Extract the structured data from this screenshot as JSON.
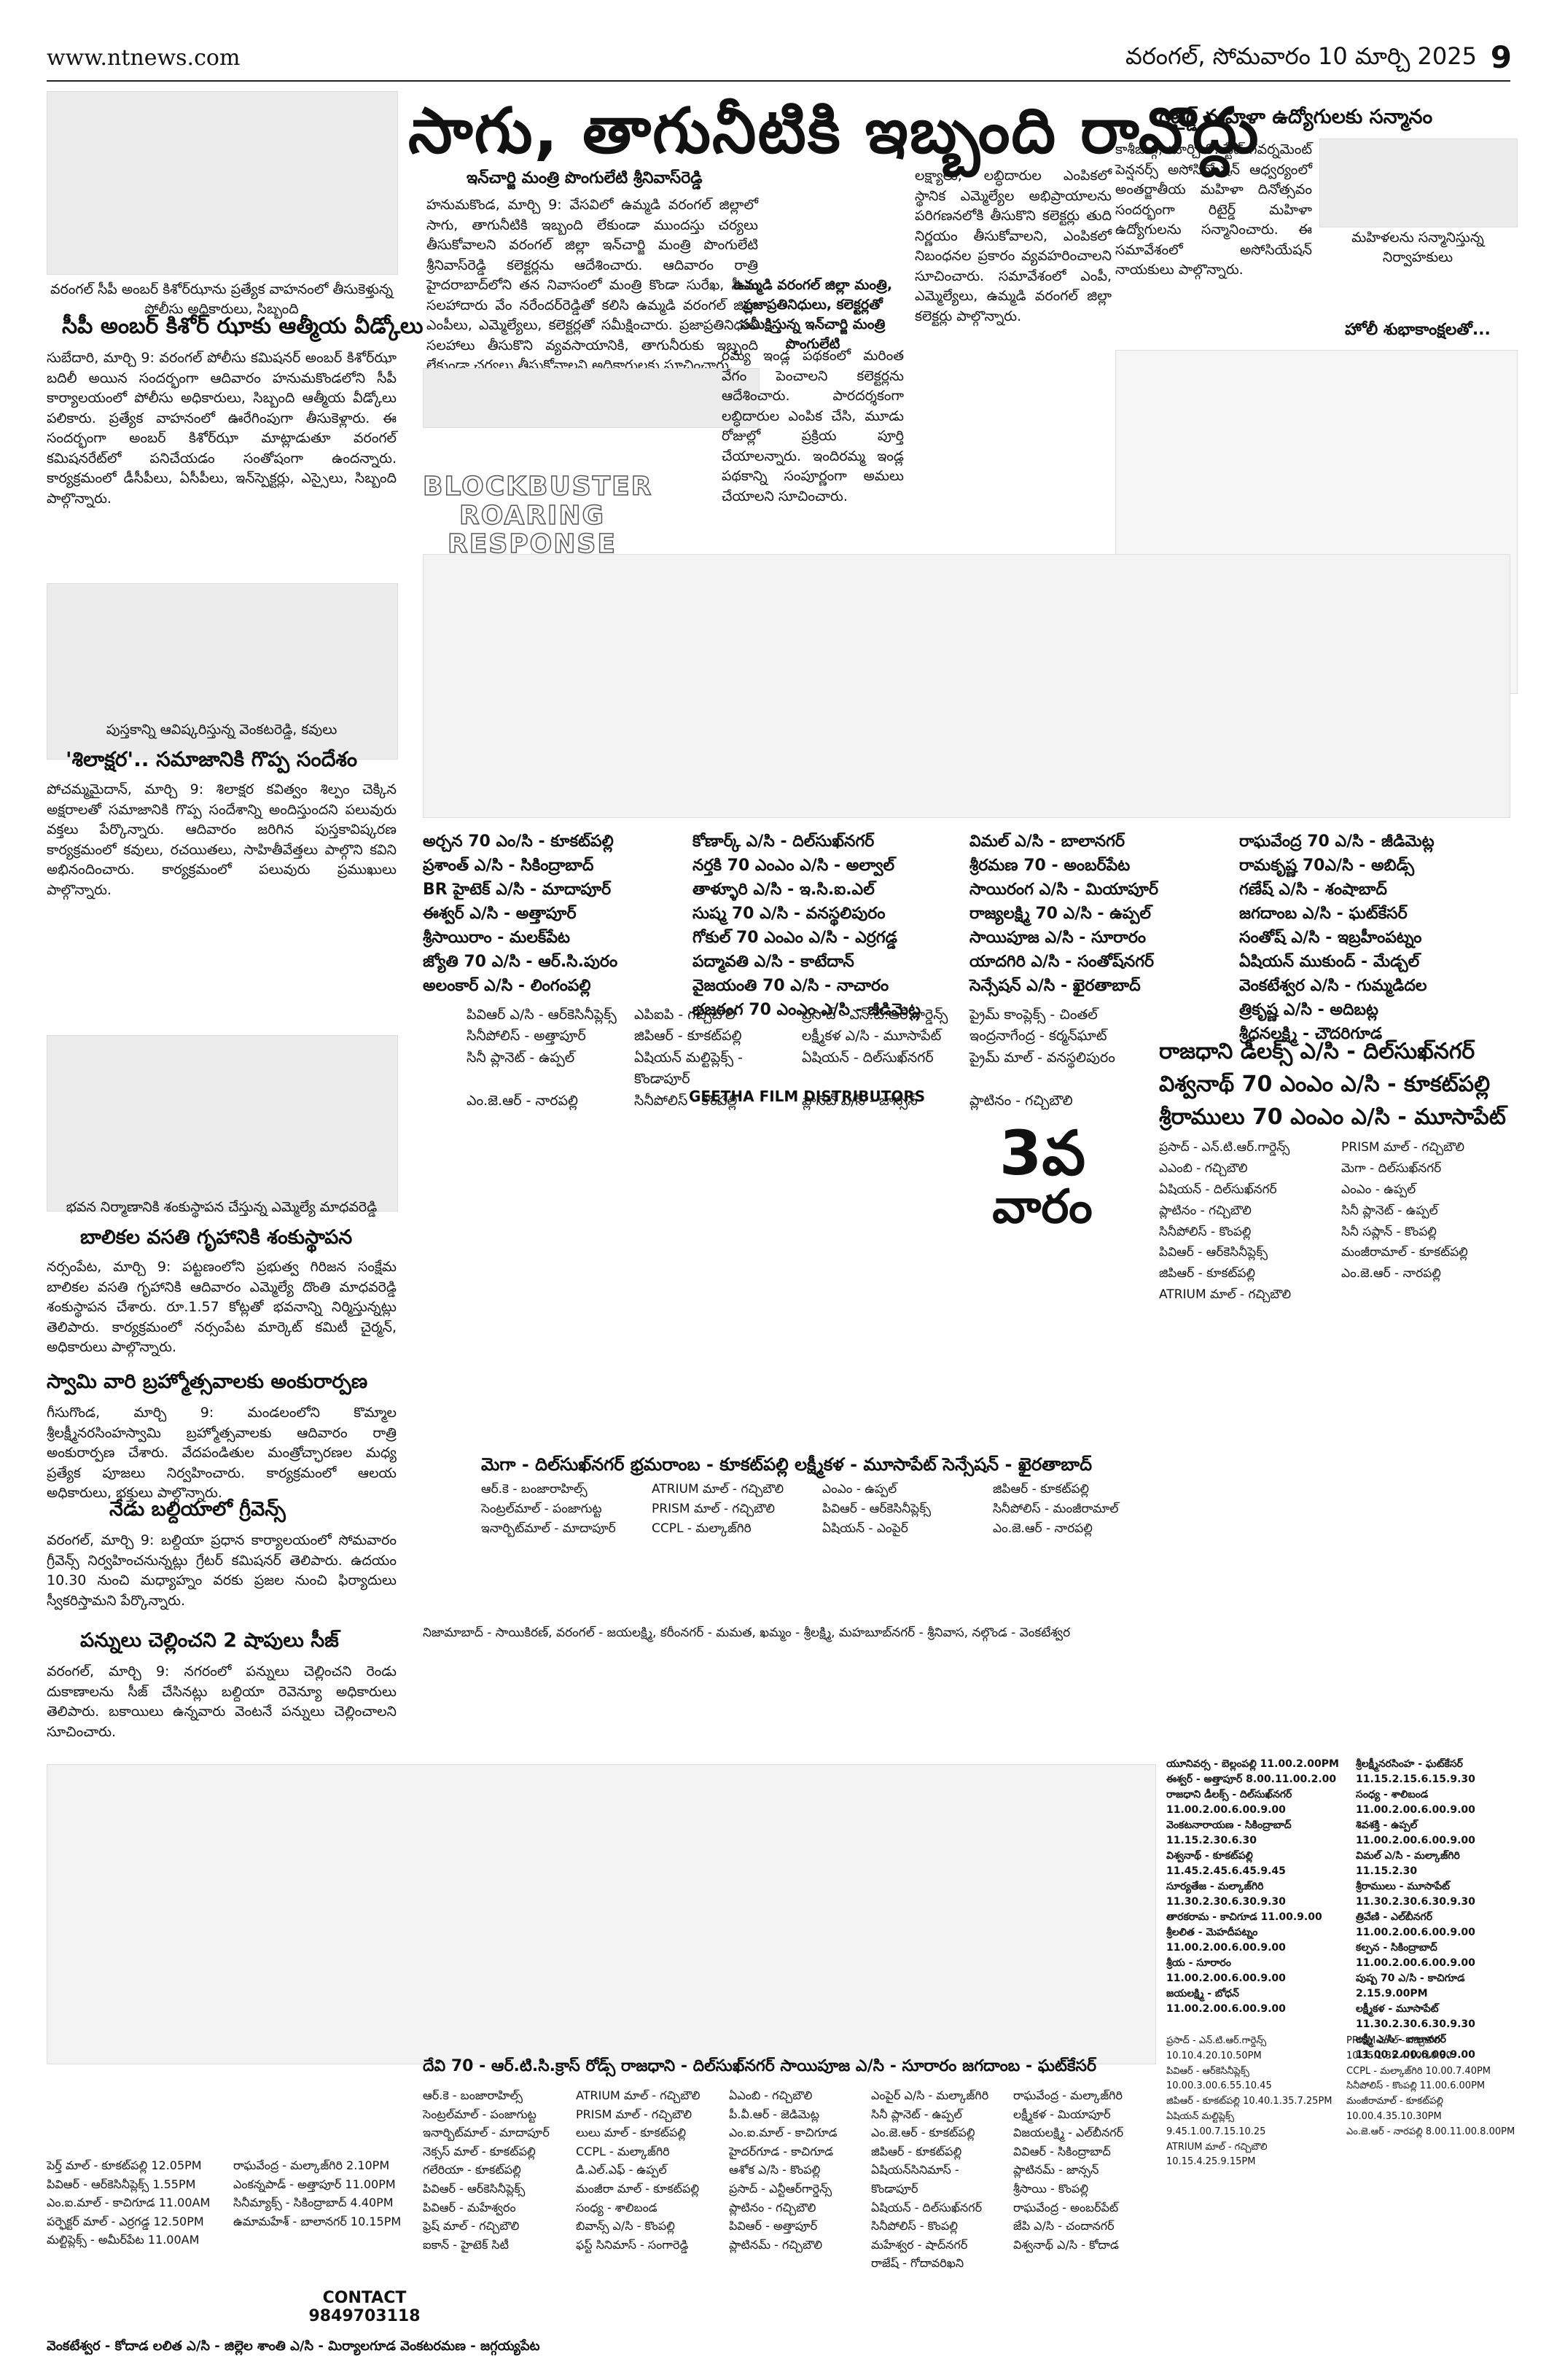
{
  "header": {
    "website": "www.ntnews.com",
    "dateline": "వరంగల్, సోమవారం 10 మార్చి 2025",
    "page_number": "9"
  },
  "lead": {
    "headline": "సాగు, తాగునీటికి ఇబ్బంది రావొద్దు",
    "byline": "ఇన్‌చార్జి మంత్రి పొంగులేటి శ్రీనివాస్‌రెడ్డి",
    "para1": "హనుమకొండ, మార్చి 9: వేసవిలో ఉమ్మడి వరంగల్ జిల్లాలో సాగు, తాగునీటికి ఇబ్బంది లేకుండా ముందస్తు చర్యలు తీసుకోవాలని వరంగల్ జిల్లా ఇన్‌చార్జి మంత్రి పొంగులేటి శ్రీనివాస్‌రెడ్డి కలెక్టర్లను ఆదేశించారు. ఆదివారం రాత్రి హైదరాబాద్‌లోని తన నివాసంలో మంత్రి కొండా సురేఖ, సీఎం సలహాదారు వేం నరేందర్‌రెడ్డితో కలిసి ఉమ్మడి వరంగల్ జిల్లా ఎంపీలు, ఎమ్మెల్యేలు, కలెక్టర్లతో సమీక్షించారు. ప్రజాప్రతినిధుల సలహాలు తీసుకొని వ్యవసాయానికి, తాగునీరుకు ఇబ్బంది లేకుండా చర్యలు తీసుకోవాలని అధికారులకు సూచించారు.",
    "para2": "లక్ష్యాలు, లబ్ధిదారుల ఎంపికలో స్థానిక ఎమ్మెల్యేల అభిప్రాయాలను పరిగణనలోకి తీసుకొని కలెక్టర్లు తుది నిర్ణయం తీసుకోవాలని, ఎంపికలో నిబంధనల ప్రకారం వ్యవహరించాలని సూచించారు. సమావేశంలో ఎంపీ, ఎమ్మెల్యేలు, ఉమ్మడి వరంగల్ జిల్లా కలెక్టర్లు పాల్గొన్నారు.",
    "photo_caption": "ఉమ్మడి వరంగల్ జిల్లా మంత్రి, ప్రజాప్రతినిధులు, కలెక్టర్లతో సమీక్షిస్తున్న ఇన్‌చార్జి మంత్రి పొంగులేటి",
    "para3": "రమ్య ఇండ్ల పథకంలో మరింత వేగం పెంచాలని కలెక్టర్లను ఆదేశించారు. పారదర్శకంగా లబ్ధిదారుల ఎంపిక చేసి, మూడు రోజుల్లో ప్రక్రియ పూర్తి చేయాలన్నారు. ఇందిరమ్మ ఇండ్ల పథకాన్ని సంపూర్ణంగా అమలు చేయాలని సూచించారు."
  },
  "retired_story": {
    "headline": "రిటైర్డ్ మహిళా ఉద్యోగులకు సన్మానం",
    "text": "కాశీబుగ్గ, మార్చి 9: స్టేట్ గవర్నమెంట్ పెన్షనర్స్ అసోసియేషన్ ఆధ్వర్యంలో అంతర్జాతీయ మహిళా దినోత్సవం సందర్భంగా రిటైర్డ్ మహిళా ఉద్యోగులను సన్మానించారు. ఈ సమావేశంలో అసోసియేషన్ నాయకులు పాల్గొన్నారు.",
    "caption": "మహిళలను సన్మానిస్తున్న నిర్వాహకులు",
    "holi": "హోలీ శుభాకాంక్షలతో..."
  },
  "cp_story": {
    "photo_caption": "వరంగల్ సీపీ అంబర్ కిశోర్‌ఝాను ప్రత్యేక వాహనంలో తీసుకెళ్తున్న పోలీసు అధికారులు, సిబ్బంది",
    "headline": "సీపీ అంబర్ కిశోర్ ఝాకు ఆత్మీయ వీడ్కోలు",
    "text": "సుబేదారి, మార్చి 9: వరంగల్ పోలీసు కమిషనర్ అంబర్ కిశోర్‌ఝా బదిలీ అయిన సందర్భంగా ఆదివారం హనుమకొండలోని సీపీ కార్యాలయంలో పోలీసు అధికారులు, సిబ్బంది ఆత్మీయ వీడ్కోలు పలికారు. ప్రత్యేక వాహనంలో ఊరేగింపుగా తీసుకెళ్లారు. ఈ సందర్భంగా అంబర్ కిశోర్‌ఝా మాట్లాడుతూ వరంగల్ కమిషనరేట్‌లో పనిచేయడం సంతోషంగా ఉందన్నారు. కార్యక్రమంలో డీసీపీలు, ఏసీపీలు, ఇన్‌స్పెక్టర్లు, ఎస్సైలు, సిబ్బంది పాల్గొన్నారు."
  },
  "book_story": {
    "photo_caption": "పుస్తకాన్ని ఆవిష్కరిస్తున్న వెంకటరెడ్డి, కవులు",
    "headline": "'శిలాక్షర'.. సమాజానికి గొప్ప సందేశం",
    "text": "పోచమ్మమైదాన్, మార్చి 9: శిలాక్షర కవిత్వం శిల్పం చెక్కిన అక్షరాలతో సమాజానికి గొప్ప సందేశాన్ని అందిస్తుందని పలువురు వక్తలు పేర్కొన్నారు. ఆదివారం జరిగిన పుస్తకావిష్కరణ కార్యక్రమంలో కవులు, రచయితలు, సాహితీవేత్తలు పాల్గొని కవిని అభినందించారు. కార్యక్రమంలో పలువురు ప్రముఖులు పాల్గొన్నారు."
  },
  "hostel_story": {
    "photo_caption": "భవన నిర్మాణానికి శంకుస్థాపన చేస్తున్న ఎమ్మెల్యే మాధవరెడ్డి",
    "headline": "బాలికల వసతి గృహానికి శంకుస్థాపన",
    "text": "నర్సంపేట, మార్చి 9: పట్టణంలోని ప్రభుత్వ గిరిజన సంక్షేమ బాలికల వసతి గృహానికి ఆదివారం ఎమ్మెల్యే దొంతి మాధవరెడ్డి శంకుస్థాపన చేశారు. రూ.1.57 కోట్లతో భవనాన్ని నిర్మిస్తున్నట్లు తెలిపారు. కార్యక్రమంలో నర్సంపేట మార్కెట్ కమిటీ చైర్మన్, అధికారులు పాల్గొన్నారు."
  },
  "temple_story": {
    "headline": "స్వామి వారి బ్రహ్మోత్సవాలకు అంకురార్పణ",
    "text": "గీసుగొండ, మార్చి 9: మండలంలోని కొమ్మాల శ్రీలక్ష్మీనరసింహస్వామి బ్రహ్మోత్సవాలకు ఆదివారం రాత్రి అంకురార్పణ చేశారు. వేదపండితుల మంత్రోచ్ఛారణల మధ్య ప్రత్యేక పూజలు నిర్వహించారు. కార్యక్రమంలో ఆలయ అధికారులు, భక్తులు పాల్గొన్నారు."
  },
  "grievance_story": {
    "headline": "నేడు బల్దియాలో గ్రీవెన్స్",
    "text": "వరంగల్, మార్చి 9: బల్దియా ప్రధాన కార్యాలయంలో సోమవారం గ్రీవెన్స్ నిర్వహించనున్నట్లు గ్రేటర్ కమిషనర్ తెలిపారు. ఉదయం 10.30 నుంచి మధ్యాహ్నం వరకు ప్రజల నుంచి ఫిర్యాదులు స్వీకరిస్తామని పేర్కొన్నారు."
  },
  "shops_story": {
    "headline": "పన్నులు చెల్లించని 2 షాపులు సీజ్",
    "text": "వరంగల్, మార్చి 9: నగరంలో పన్నులు చెల్లించని రెండు దుకాణాలను సీజ్ చేసినట్లు బల్దియా రెవెన్యూ అధికారులు తెలిపారు. బకాయిలు ఉన్నవారు వెంటనే పన్నులు చెల్లించాలని సూచించారు."
  },
  "film_ad_top": {
    "blockbuster": "BLOCKBUSTER",
    "roaring": "ROARING",
    "response": "RESPONSE",
    "col1": [
      "అర్చన 70 ఎం/సి - కూకట్‌పల్లి",
      "ప్రశాంత్ ఎ/సి - సికింద్రాబాద్",
      "BR హైటెక్ ఎ/సి - మాదాపూర్",
      "ఈశ్వర్ ఎ/సి - అత్తాపూర్",
      "శ్రీసాయిరాం - మలక్‌పేట",
      "జ్యోతి 70 ఎ/సి - ఆర్.సి.పురం",
      "అలంకార్ ఎ/సి - లింగంపల్లి"
    ],
    "col2": [
      "కోణార్క్ ఎ/సి - దిల్‌సుఖ్‌నగర్",
      "నర్తకి 70 ఎంఎం ఎ/సి - అల్వాల్",
      "తాళ్ళూరి ఎ/సి - ఇ.సి.ఐ.ఎల్",
      "సుష్మ 70 ఎ/సి - వనస్థలిపురం",
      "గోకుల్ 70 ఎంఎం ఎ/సి - ఎర్రగడ్డ",
      "పద్మావతి ఎ/సి - కాటేదాన్",
      "వైజయంతి 70 ఎ/సి - నాచారం",
      "భజరంగ 70 ఎంఎం ఎ/సి - జీడిమెట్ల"
    ],
    "col3": [
      "విమల్ ఎ/సి - బాలానగర్",
      "శ్రీరమణ 70 - అంబర్‌పేట",
      "సాయిరంగ ఎ/సి - మియాపూర్",
      "రాజ్యలక్ష్మి 70 ఎ/సి - ఉప్పల్",
      "సాయిపూజ ఎ/సి - సూరారం",
      "యాదగిరి ఎ/సి - సంతోష్‌నగర్",
      "సెన్సేషన్ ఎ/సి - ఖైరతాబాద్"
    ],
    "col4": [
      "రాఘవేంద్ర 70 ఎ/సి - జీడిమెట్ల",
      "రామకృష్ణ 70ఎ/సి - అబిడ్స్",
      "గణేష్ ఎ/సి - శంషాబాద్",
      "జగదాంబ ఎ/సి - ఘట్‌కేసర్",
      "సంతోష్ ఎ/సి - ఇబ్రహీంపట్నం",
      "ఏషియన్ ముకుంద్ - మేడ్చల్",
      "వెంకటేశ్వర ఎ/సి - గుమ్మడిదల",
      "త్రికృష్ణ ఎ/సి - అదిబట్ల",
      "శ్రీధనలక్ష్మి - చౌదరిగూడ"
    ],
    "mall_rows": [
      [
        "పివిఆర్ ఎ/సి - ఆర్‌కెసినీప్లెక్స్",
        "ఎపిఐపి - గచ్చిబౌలి",
        "ప్రసాద్ - ఎన్.టి.ఆర్.గార్డెన్స్",
        "ప్రైమ్ కాంప్లెక్స్ - చింతల్"
      ],
      [
        "సినీపోలిస్ - అత్తాపూర్",
        "జిపిఆర్ - కూకట్‌పల్లి",
        "లక్ష్మీకళ ఎ/సి - మూసాపేట్",
        "ఇంద్రనాగేంద్ర - కర్మన్‌ఘాట్"
      ],
      [
        "సినీ ప్లానెట్ - ఉప్పల్",
        "ఏషియన్ మల్టిప్లెక్స్ - కొండాపూర్",
        "ఏషియన్ - దిల్‌సుఖ్‌నగర్",
        "ప్రైమ్ మాల్ - వనస్థలిపురం"
      ],
      [
        "ఎం.జె.ఆర్ - నారపల్లి",
        "సినీపోలిస్ - కొంపల్లి",
        "ప్లానెట్ ఎ/సి - జాన్సన్",
        "ప్లాటినం - గచ్చిబౌలి"
      ]
    ],
    "distributor": "GEETHA FILM DISTRIBUTORS",
    "week": "3వ",
    "week_word": "వారం"
  },
  "film_ad_right": {
    "line1": "రాజధాని డీలక్స్ ఎ/సి - దిల్‌సుఖ్‌నగర్",
    "line2": "విశ్వనాథ్ 70 ఎంఎం ఎ/సి - కూకట్‌పల్లి",
    "line3": "శ్రీరాములు 70 ఎంఎం ఎ/సి - మూసాపేట్",
    "list": [
      "ప్రసాద్ - ఎన్.టి.ఆర్.గార్డెన్స్",
      "ఎఎంబి - గచ్చిబౌలి",
      "ఏషియన్ - దిల్‌సుఖ్‌నగర్",
      "ప్లాటినం - గచ్చిబౌలి",
      "సినీపోలిస్ - కొంపల్లి",
      "పివిఆర్ - ఆర్‌కెసినీప్లెక్స్",
      "జిపిఆర్ - కూకట్‌పల్లి",
      "ATRIUM మాల్ - గచ్చిబౌలి",
      "PRISM మాల్ - గచ్చిబౌలి",
      "మెగా - దిల్‌సుఖ్‌నగర్",
      "ఎంఎం - ఉప్పల్",
      "సినీ ప్లానెట్ - ఉప్పల్",
      "సినీ సప్లాన్ - కొంపల్లి",
      "మంజీరామాల్ - కూకట్‌పల్లి",
      "ఎం.జె.ఆర్ - నారపల్లి"
    ]
  },
  "film_ad_mid": {
    "theatres": "మెగా - దిల్‌సుఖ్‌నగర్  భ్రమరాంబ - కూకట్‌పల్లి  లక్ష్మీకళ - మూసాపేట్  సెన్సేషన్ - ఖైరతాబాద్",
    "list": [
      "ఆర్.కె - బంజారాహిల్స్",
      "సెంట్రల్‌మాల్ - పంజాగుట్ట",
      "ఇనార్బిట్‌మాల్ - మాదాపూర్",
      "ATRIUM మాల్ - గచ్చిబౌలి",
      "PRISM మాల్ - గచ్చిబౌలి",
      "CCPL - మల్కాజ్‌గిరి",
      "ఎంఎం - ఉప్పల్",
      "పివిఆర్ - ఆర్‌కెసినీప్లెక్స్",
      "ఏషియన్ - ఎంపైర్",
      "జిపిఆర్ - కూకట్‌పల్లి",
      "సినీపోలిస్ - మంజీరామాల్",
      "ఎం.జె.ఆర్ - నారపల్లి"
    ],
    "districts": "నిజామాబాద్ - సాయికిరణ్, వరంగల్ - జయలక్ష్మి, కరీంనగర్ - మమత, ఖమ్మం - శ్రీలక్ష్మి, మహబూబ్‌నగర్ - శ్రీనివాస, నల్గొండ - వెంకటేశ్వర"
  },
  "film_ad_bottom": {
    "theatres": "దేవి 70 - ఆర్.టి.సి.క్రాస్ రోడ్స్  రాజధాని - దిల్‌సుఖ్‌నగర్  సాయిపూజ ఎ/సి - సూరారం  జగదాంబ - ఘట్‌కేసర్",
    "left_list": [
      "పెర్త్ మాల్ - కూకట్‌పల్లి 12.05PM",
      "పివిఆర్ - ఆర్‌కెసినీప్లెక్స్ 1.55PM",
      "ఎం.ఐ.మాల్ - కాచిగూడ 11.00AM",
      "పర్ఫెక్టర్ మాల్ - ఎర్రగడ్డ 12.50PM",
      "మల్టిప్లెక్స్ - అమీర్‌పేట 11.00AM"
    ],
    "left_list2": [
      "రాఘవేంద్ర - మల్కాజ్‌గిరి 2.10PM",
      "ఎంకన్నపాడ్ - అత్తాపూర్ 11.00PM",
      "సినీమ్యాక్స్ - సికింద్రాబాద్ 4.40PM",
      "ఉమామహేశ్ - బాలానగర్ 10.15PM"
    ],
    "list_a": [
      "ఆర్.కె - బంజారాహిల్స్",
      "సెంట్రల్‌మాల్ - పంజాగుట్ట",
      "ఇనార్బిట్‌మాల్ - మాదాపూర్",
      "నెక్సస్ మాల్ - కూకట్‌పల్లి",
      "గలేరియా - కూకట్‌పల్లి",
      "పివిఆర్ - ఆర్‌కెసినీప్లెక్స్",
      "పివిఆర్ - మహేశ్వరం",
      "ఫ్రెష్ మాల్ - గచ్చిబౌలి",
      "ఐకాన్ - హైటెక్ సిటీ"
    ],
    "list_b": [
      "ATRIUM మాల్ - గచ్చిబౌలి",
      "PRISM మాల్ - గచ్చిబౌలి",
      "లులు మాల్ - కూకట్‌పల్లి",
      "CCPL - మల్కాజ్‌గిరి",
      "డి.ఎల్.ఎఫ్ - ఉప్పల్",
      "మంజీరా మాల్ - కూకట్‌పల్లి",
      "సంధ్య - శాలిబండ",
      "బివాన్స్ ఎ/సి - కొంపల్లి",
      "ఫస్ట్ సినిమాస్ - సంగారెడ్డి"
    ],
    "list_c": [
      "ఏఎంబి - గచ్చిబౌలి",
      "పీ.వీ.ఆర్ - జెడిమెట్ల",
      "ఎం.ఐ.మాల్ - కాచిగూడ",
      "హైదర్‌గూడ - కాచిగూడ",
      "ఆశోక ఎ/సి - కొంపల్లి",
      "ప్రసాద్ - ఎన్టీఆర్‌గార్డెన్స్",
      "ప్లాటినం - గచ్చిబౌలి",
      "పివిఆర్ - అత్తాపూర్",
      "ప్లాటినమ్ - గచ్చిబౌలి"
    ],
    "list_d": [
      "ఎంపైర్ ఎ/సి - మల్కాజ్‌గిరి",
      "సినీ ప్లానెట్ - ఉప్పల్",
      "ఎం.జె.ఆర్ - కూకట్‌పల్లి",
      "జిపిఆర్ - కూకట్‌పల్లి",
      "ఏషియన్‌సినిమాస్ - కొండాపూర్",
      "ఏషియన్ - దిల్‌సుఖ్‌నగర్",
      "సినీపోలిస్ - కొంపల్లి",
      "మహేశ్వర - షాద్‌నగర్",
      "రాజేష్ - గోదావరిఖని"
    ],
    "list_e": [
      "రాఘవేంద్ర - మల్కాజ్‌గిరి",
      "లక్ష్మీకళ - మియాపూర్",
      "విజయలక్ష్మి - ఎల్‌బీనగర్",
      "వివిఆర్ - సికింద్రాబాద్",
      "ప్లాటినమ్ - జాన్సన్",
      "శ్రీసాయి - కొంపల్లి",
      "రాఘవేంద్ర - అంబర్‌పేట్",
      "జేపి ఎ/సి - చందానగర్",
      "విశ్వనాథ్ ఎ/సి - కోదాడ"
    ],
    "contact_label": "CONTACT",
    "contact_number": "9849703118",
    "bottom_line": "వెంకటేశ్వర - కోదాడ  లలిత ఎ/సి - జిల్లెల  శాంతి ఎ/సి - మిర్యాలగూడ  వెంకటరమణ - జగ్గయ్యపేట"
  },
  "schedule": {
    "heads": [
      "యూనివర్స - బెల్లంపల్లి 11.00.2.00PM",
      "ఈశ్వర్ - అత్తాపూర్ 8.00.11.00.2.00",
      "రాజధాని డీలక్స్ - దిల్‌సుఖ్‌నగర్ 11.00.2.00.6.00.9.00",
      "వెంకటనారాయణ - సికింద్రాబాద్ 11.15.2.30.6.30",
      "విశ్వనాథ్ - కూకట్‌పల్లి 11.45.2.45.6.45.9.45",
      "సూర్యతేజ - మల్కాజ్‌గిరి 11.30.2.30.6.30.9.30",
      "తారకరామ - కాచిగూడ 11.00.9.00",
      "శ్రీలలిత - మెహదీపట్నం 11.00.2.00.6.00.9.00",
      "శ్రీయ - సూరారం 11.00.2.00.6.00.9.00",
      "జయలక్ష్మి - బోధన్ 11.00.2.00.6.00.9.00"
    ],
    "heads_right": [
      "శ్రీలక్ష్మీనరసింహ - ఘట్‌కేసర్ 11.15.2.15.6.15.9.30",
      "సంధ్య - శాలిబండ 11.00.2.00.6.00.9.00",
      "శివశక్తి - ఉప్పల్ 11.00.2.00.6.00.9.00",
      "విమల్ ఎ/సి - మల్కాజ్‌గిరి 11.15.2.30",
      "శ్రీరాములు - మూసాపేట్ 11.30.2.30.6.30.9.30",
      "త్రివేణి - ఎల్‌బీనగర్ 11.00.2.00.6.00.9.00",
      "కల్పన - సికింద్రాబాద్ 11.00.2.00.6.00.9.00",
      "పుష్ప 70 ఎ/సి - కాచిగూడ 2.15.9.00PM",
      "లక్ష్మీకళ - మూసాపేట్ 11.30.2.30.6.30.9.30",
      "లక్ష్మీ ఎ/సి - బాలానగర్ 11.00.2.00.6.00.9.00"
    ],
    "small": [
      "ప్రసాద్ - ఎన్.టి.ఆర్.గార్డెన్స్ 10.10.4.20.10.50PM",
      "పివిఆర్ - ఆర్‌కెసినీప్లెక్స్ 10.00.3.00.6.55.10.45",
      "జిపిఆర్ - కూకట్‌పల్లి 10.40.1.35.7.25PM",
      "ఏషియన్ మల్టిప్లెక్స్ 9.45.1.00.7.15.10.25",
      "ATRIUM మాల్ - గచ్చిబౌలి 10.15.4.25.9.15PM",
      "PRISM మాల్ - గచ్చిబౌలి 10.35.1.35.4.10.10.30",
      "CCPL - మల్కాజ్‌గిరి 10.00.7.40PM",
      "సినీపోలిస్ - కొంపల్లి 11.00.6.00PM",
      "మంజీరామాల్ - కూకట్‌పల్లి 10.00.4.35.10.30PM",
      "ఎం.జె.ఆర్ - నారపల్లి 8.00.11.00.8.00PM"
    ]
  }
}
